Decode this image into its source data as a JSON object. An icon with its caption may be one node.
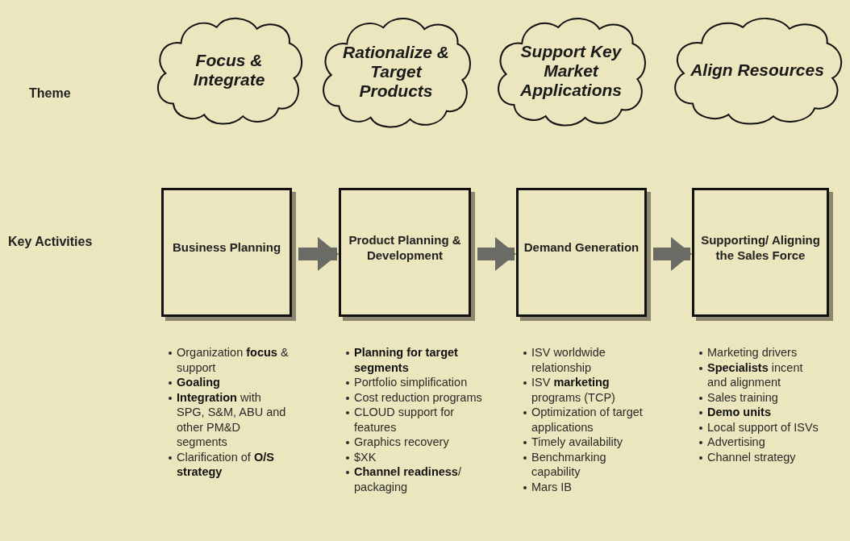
{
  "diagram": {
    "nodes": [
      {
        "text": [
          "Focus & Integrate"
        ]
      },
      {
        "text": [
          "Rationalize & Target Products"
        ]
      },
      {
        "text": [
          "Support Key Market Applications"
        ]
      },
      {
        "text": [
          "Align Resources"
        ]
      },
      {
        "text": [
          "Business Planning"
        ],
        "beside": [
          "Organization **focus** & support",
          "**Goaling**",
          "**Integration** with SPG, S&M, ABU and other PM&D segments",
          "Clarification of **O/S strategy**"
        ]
      },
      {
        "text": [
          "Product Planning & Development"
        ],
        "beside": [
          "**Planning for target segments**",
          "Portfolio simplification",
          "Cost reduction programs",
          "CLOUD support for features",
          "Graphics recovery",
          "$XK",
          "**Channel readiness**/ packaging"
        ]
      },
      {
        "text": [
          "Demand Generation"
        ],
        "beside": [
          "ISV worldwide relationship",
          "ISV **marketing** programs (TCP)",
          "Optimization of target applications",
          "Timely availability",
          "Benchmarking capability",
          "Mars IB"
        ]
      },
      {
        "text": [
          "Supporting/ Aligning the Sales Force"
        ],
        "beside": [
          "Marketing drivers",
          "**Specialists** incent and alignment",
          "Sales training",
          "**Demo units**",
          "Local support of ISVs",
          "Advertising",
          "Channel strategy"
        ]
      }
    ],
    "edges": [
      {
        "from": 4,
        "to": 5,
        "arrow": "to"
      },
      {
        "from": 5,
        "to": 6,
        "arrow": "to"
      },
      {
        "from": 6,
        "to": 7,
        "arrow": "to"
      }
    ],
    "labels": [
      "Theme",
      "Key Activities"
    ]
  }
}
